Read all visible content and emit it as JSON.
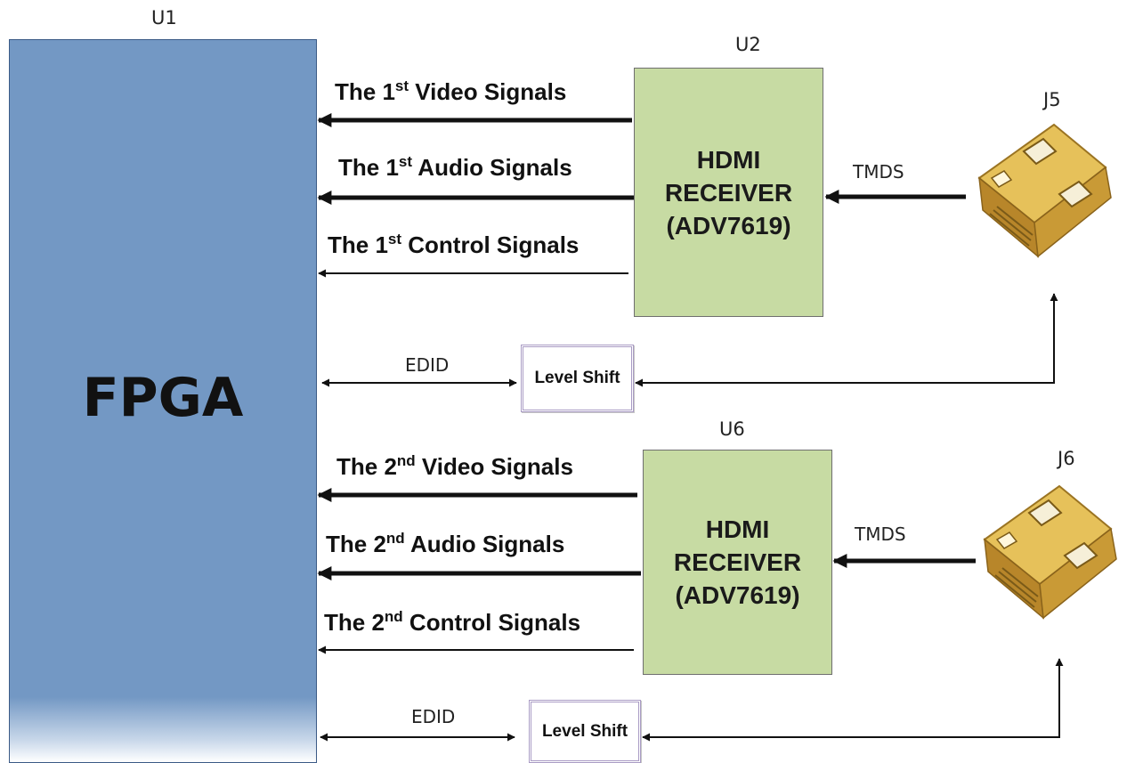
{
  "fpga": {
    "ref": "U1",
    "label": "FPGA"
  },
  "receivers": [
    {
      "ref": "U2",
      "lines": [
        "HDMI",
        "RECEIVER",
        "(ADV7619)"
      ],
      "signals": [
        {
          "prefix": "The 1",
          "sup": "st",
          "suffix": " Video Signals"
        },
        {
          "prefix": "The 1",
          "sup": "st",
          "suffix": " Audio Signals"
        },
        {
          "prefix": "The 1",
          "sup": "st",
          "suffix": " Control Signals"
        }
      ],
      "tmds_label": "TMDS",
      "edid_label": "EDID",
      "level_shift_label": "Level Shift",
      "connector_ref": "J5"
    },
    {
      "ref": "U6",
      "lines": [
        "HDMI",
        "RECEIVER",
        "(ADV7619)"
      ],
      "signals": [
        {
          "prefix": "The 2",
          "sup": "nd",
          "suffix": " Video Signals"
        },
        {
          "prefix": "The 2",
          "sup": "nd",
          "suffix": " Audio Signals"
        },
        {
          "prefix": "The 2",
          "sup": "nd",
          "suffix": " Control Signals"
        }
      ],
      "tmds_label": "TMDS",
      "edid_label": "EDID",
      "level_shift_label": "Level Shift",
      "connector_ref": "J6"
    }
  ],
  "colors": {
    "fpga_fill": "#7398c4",
    "receiver_fill": "#c7dba3",
    "level_shift_border": "#a99bc4",
    "wire": "#111111",
    "connector_gold": "#d2a43c"
  }
}
